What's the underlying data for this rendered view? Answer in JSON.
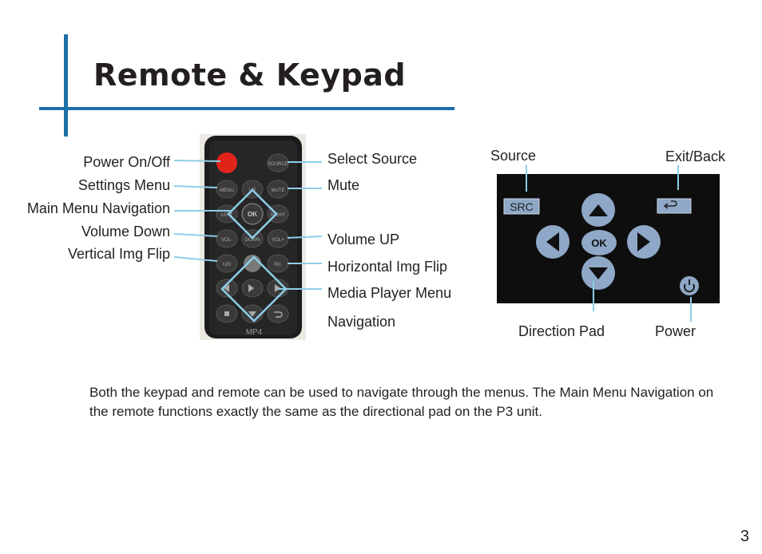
{
  "title": "Remote & Keypad",
  "remote": {
    "labels_left": [
      "Power On/Off",
      "Settings Menu",
      "Main Menu Navigation",
      "Volume Down",
      "Vertical Img Flip"
    ],
    "labels_right": [
      "Select Source",
      "Mute",
      "Volume UP",
      "Horizontal Img Flip",
      "Media Player Menu",
      "Navigation"
    ],
    "buttons": {
      "source": "SOURCE",
      "menu": "MENU",
      "up": "UP",
      "mute": "MUTE",
      "left": "LEFT",
      "ok": "OK",
      "right": "RIGHT",
      "vol_minus": "VOL-",
      "down": "DOWN",
      "vol_plus": "VOL+",
      "ud": "U/D",
      "rl": "R/L",
      "brand": "MP4"
    }
  },
  "keypad": {
    "labels_top": [
      "Source",
      "Exit/Back"
    ],
    "labels_bottom": [
      "Direction Pad",
      "Power"
    ],
    "src_button": "SRC",
    "ok_button": "OK"
  },
  "body_text": "Both the keypad and remote can be used to navigate through the menus.  The Main Menu Navigation on the remote functions exactly the same as the directional pad on the P3 unit.",
  "page_number": "3",
  "colors": {
    "accent": "#1d6ea8",
    "leader": "#8ecde8",
    "power": "#e2231a"
  }
}
